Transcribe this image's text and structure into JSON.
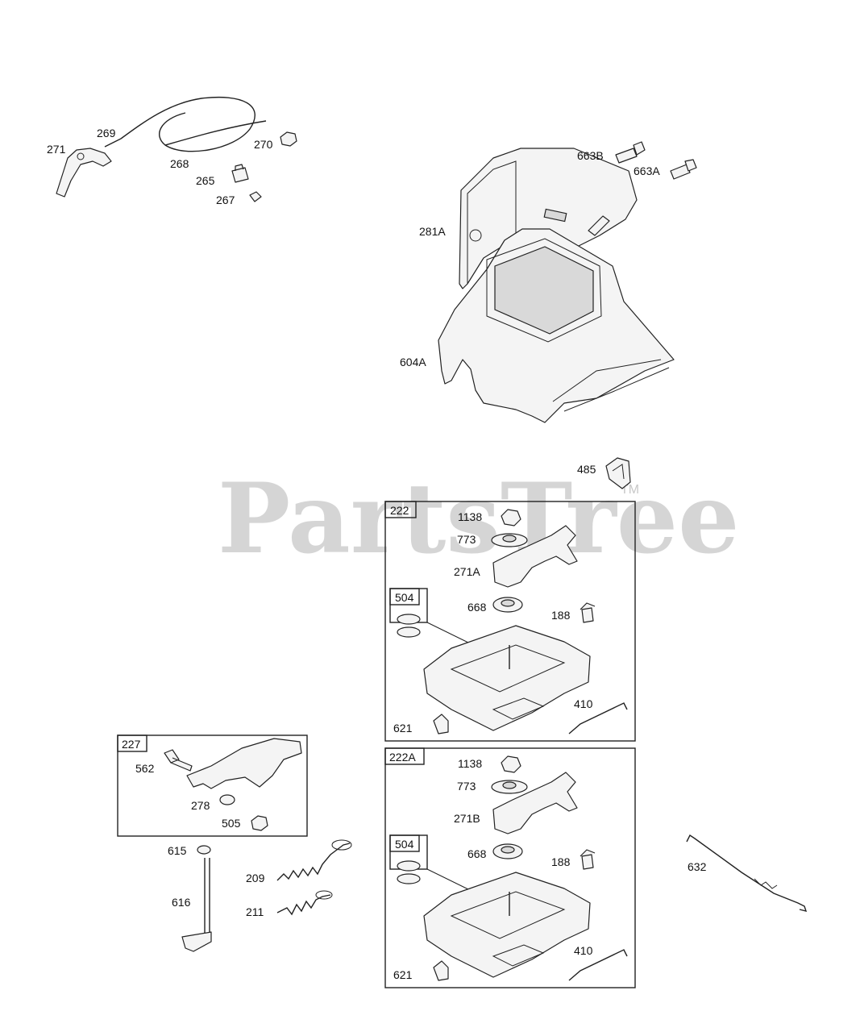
{
  "watermark": {
    "brand": "PartsTree",
    "trademark": "TM"
  },
  "callouts": {
    "c271": "271",
    "c269": "269",
    "c268": "268",
    "c270": "270",
    "c265": "265",
    "c267": "267",
    "c663B": "663B",
    "c663A": "663A",
    "c281A": "281A",
    "c604A": "604A",
    "c485": "485",
    "c562": "562",
    "c278": "278",
    "c505": "505",
    "c615": "615",
    "c616": "616",
    "c209": "209",
    "c211": "211",
    "c632": "632"
  },
  "kit_222": {
    "box_label": "222",
    "c1138": "1138",
    "c773": "773",
    "c271A": "271A",
    "sub_box_label": "504",
    "c668": "668",
    "c188": "188",
    "c410": "410",
    "c621": "621"
  },
  "kit_222A": {
    "box_label": "222A",
    "c1138": "1138",
    "c773": "773",
    "c271B": "271B",
    "sub_box_label": "504",
    "c668": "668",
    "c188": "188",
    "c410": "410",
    "c621": "621"
  },
  "kit_227": {
    "box_label": "227"
  }
}
